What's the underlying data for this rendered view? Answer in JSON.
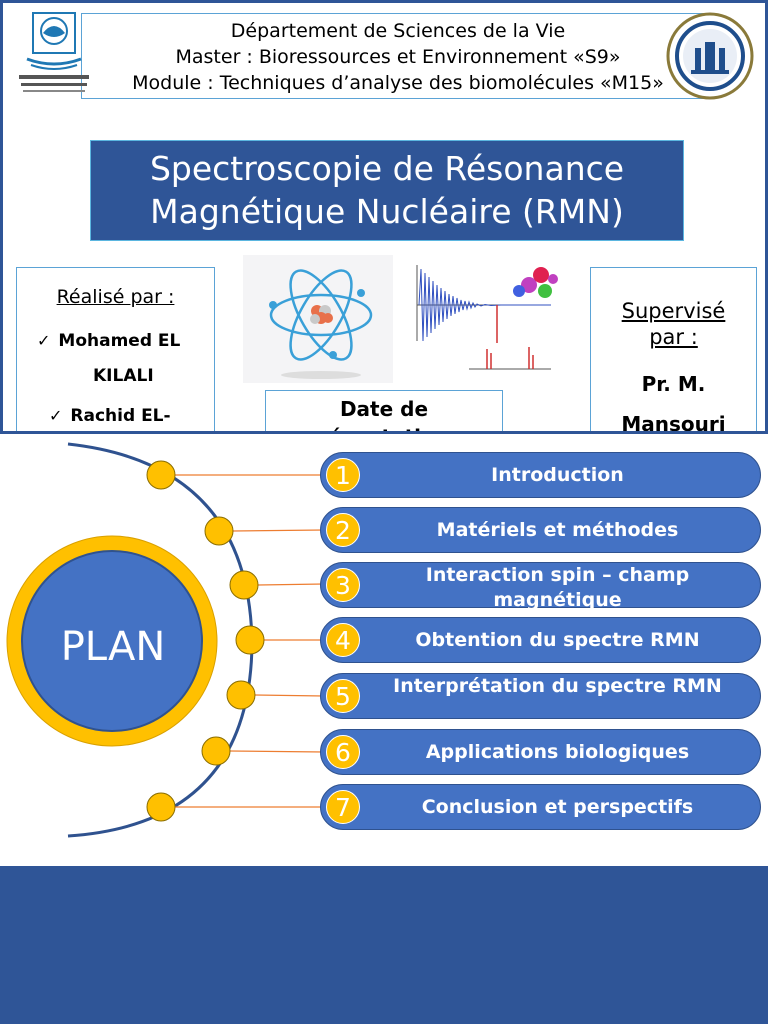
{
  "slide1": {
    "header": {
      "line1": "Département de Sciences de la Vie",
      "line2": "Master : Bioressources et Environnement «S9»",
      "line3": "Module : Techniques d’analyse des biomolécules «M15»"
    },
    "title_line1": "Spectroscopie de Résonance",
    "title_line2": "Magnétique Nucléaire (RMN)",
    "realise": {
      "title": "Réalisé par :",
      "author1_line1": "Mohamed EL",
      "author1_line2": "KILALI",
      "author2_line1": "Rachid EL-"
    },
    "date_line1": "Date de",
    "date_line2": "présentation :",
    "supervise": {
      "title_line1": "Supervisé",
      "title_line2": "par :",
      "name_line1": "Pr. M.",
      "name_line2": "Mansouri"
    }
  },
  "slide2": {
    "plan_label": "PLAN",
    "items": [
      {
        "num": "1",
        "label": "Introduction"
      },
      {
        "num": "2",
        "label": "Matériels et méthodes"
      },
      {
        "num": "3",
        "label": "Interaction spin – champ magnétique"
      },
      {
        "num": "4",
        "label": "Obtention du spectre RMN"
      },
      {
        "num": "5",
        "label": "Interprétation du spectre RMN"
      },
      {
        "num": "6",
        "label": "Applications biologiques"
      },
      {
        "num": "7",
        "label": "Conclusion et perspectifs"
      }
    ]
  },
  "colors": {
    "primary": "#2f5597",
    "bar": "#4472c4",
    "accent": "#ffc000",
    "connector": "#ed7d31"
  }
}
